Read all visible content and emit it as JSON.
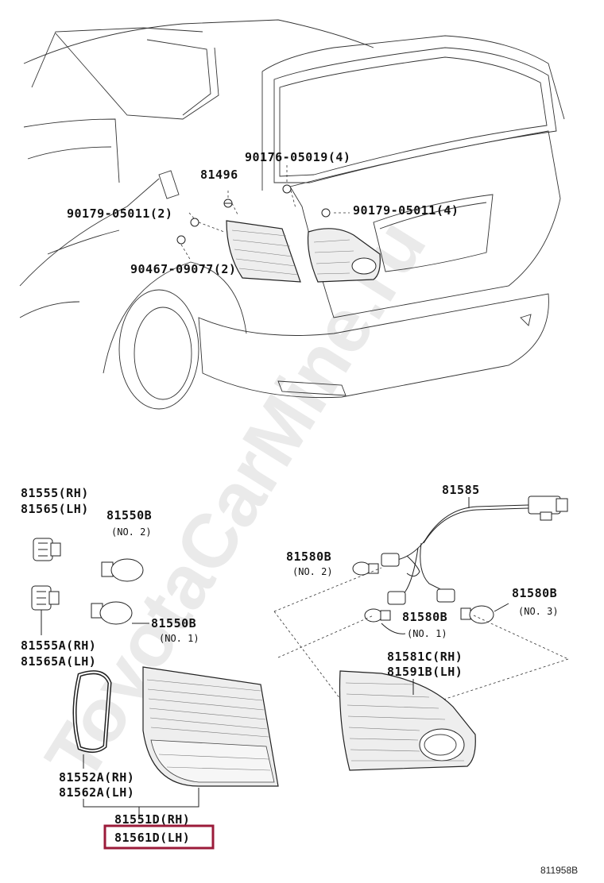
{
  "watermark": "ToyotaCarMine.ru",
  "colors": {
    "highlight": "#9b1b3a",
    "line": "#222222",
    "watermark": "#d9d9d9"
  },
  "labels": {
    "p81496": "81496",
    "p90176": "90176-05019(4)",
    "p90179_left": "90179-05011(2)",
    "p90179_right": "90179-05011(4)",
    "p90467": "90467-09077(2)",
    "p81555": "81555(RH)",
    "p81565": "81565(LH)",
    "p81550b_2": "81550B",
    "no2_a": "(NO. 2)",
    "p81555a": "81555A(RH)",
    "p81565a": "81565A(LH)",
    "p81550b_1": "81550B",
    "no1_a": "(NO. 1)",
    "p81552a": "81552A(RH)",
    "p81562a": "81562A(LH)",
    "p81551d": "81551D(RH)",
    "p81561d": "81561D(LH)",
    "p81585": "81585",
    "p81580b_2": "81580B",
    "no2_b": "(NO. 2)",
    "p81580b_3": "81580B",
    "no3": "(NO. 3)",
    "p81580b_1": "81580B",
    "no1_b": "(NO. 1)",
    "p81581c": "81581C(RH)",
    "p81591b": "81591B(LH)",
    "ref": "811958B"
  }
}
